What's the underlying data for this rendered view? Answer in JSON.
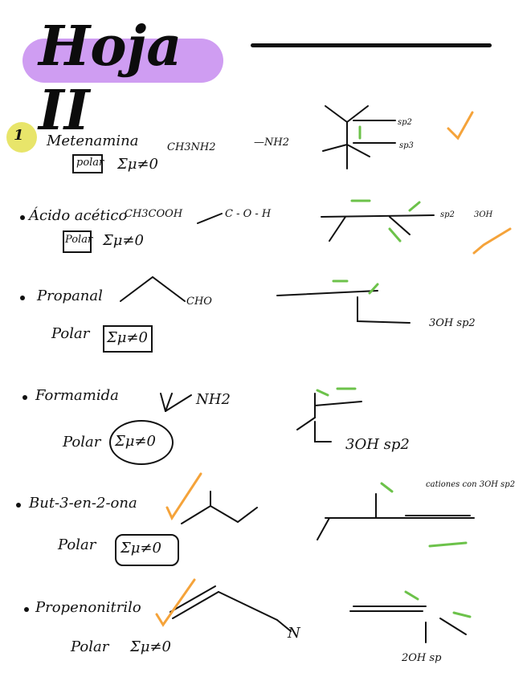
{
  "title": "Hoja II",
  "item_number": "1",
  "colors": {
    "highlight_purple": "#cf9df2",
    "highlight_yellow": "#e8e56a",
    "check_orange": "#f5a33a",
    "arrow_green": "#6cc24a"
  },
  "compounds": [
    {
      "name": "Metenamina",
      "formula": "CH3NH2",
      "structure": "—NH2",
      "polarity": "polar",
      "dipole": "Σμ≠0",
      "hybrid": [
        "sp2",
        "sp3"
      ]
    },
    {
      "name": "Ácido acético",
      "formula": "CH3COOH",
      "structure": "C - O - H",
      "polarity": "Polar",
      "dipole": "Σμ≠0",
      "hybrid": [
        "sp2",
        "3OH"
      ]
    },
    {
      "name": "Propanal",
      "formula": "CHO",
      "polarity": "Polar",
      "dipole": "Σμ≠0",
      "hybrid": [
        "3OH sp2"
      ]
    },
    {
      "name": "Formamida",
      "formula": "NH2",
      "polarity": "Polar",
      "dipole": "Σμ≠0",
      "hybrid": [
        "3OH sp2"
      ]
    },
    {
      "name": "But-3-en-2-ona",
      "polarity": "Polar",
      "dipole": "Σμ≠0",
      "note": "cationes con 3OH sp2"
    },
    {
      "name": "Propenonitrilo",
      "structure": "N",
      "polarity": "Polar",
      "dipole": "Σμ≠0",
      "hybrid": [
        "2OH sp"
      ]
    }
  ]
}
